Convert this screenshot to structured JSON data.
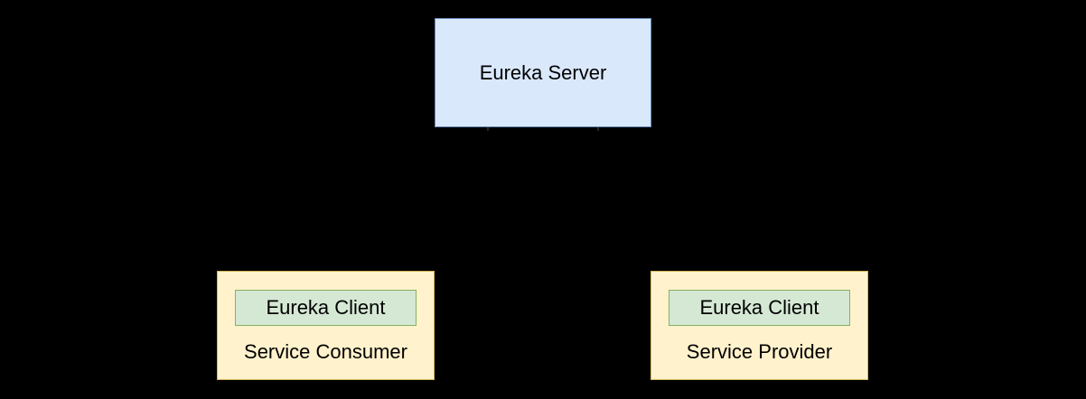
{
  "diagram": {
    "server": {
      "label": "Eureka Server",
      "fill": "#dae8fc",
      "stroke": "#6c8ebf"
    },
    "consumer": {
      "label": "Service Consumer",
      "client_label": "Eureka Client",
      "fill": "#fff2cc",
      "stroke": "#d6b656"
    },
    "provider": {
      "label": "Service Provider",
      "client_label": "Eureka Client",
      "fill": "#fff2cc",
      "stroke": "#d6b656"
    },
    "client_style": {
      "fill": "#d5e8d4",
      "stroke": "#82b366"
    },
    "background": "#000000",
    "edge_color": "#000000"
  }
}
